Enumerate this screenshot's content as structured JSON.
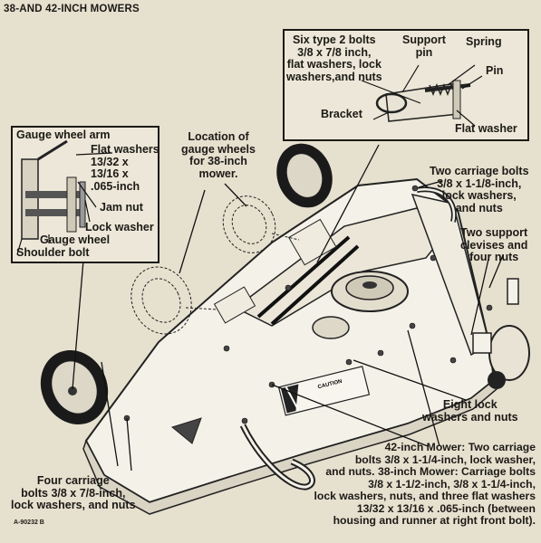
{
  "header": "38-AND 42-INCH MOWERS",
  "figure_id": "A-90232 B",
  "inset_gauge": {
    "gauge_wheel_arm": "Gauge wheel arm",
    "flat_washers": "Flat washers\n13/32 x\n13/16 x\n.065-inch",
    "jam_nut": "Jam nut",
    "lock_washer": "Lock washer",
    "gauge_wheel": "Gauge wheel",
    "shoulder_bolt": "Shoulder bolt"
  },
  "inset_bracket": {
    "six_bolts": "Six type 2 bolts\n3/8 x 7/8 inch,\nflat washers, lock\nwashers,and nuts",
    "support_pin": "Support\npin",
    "spring": "Spring",
    "pin": "Pin",
    "bracket": "Bracket",
    "flat_washer": "Flat washer"
  },
  "callouts": {
    "location_gauge": "Location of\ngauge wheels\nfor 38-inch\nmower.",
    "two_carriage": "Two carriage bolts\n3/8 x 1-1/8-inch,\nlock washers,\nand nuts",
    "support_clevises": "Two support\nclevises and\nfour nuts",
    "eight_lock": "Eight lock\nwashers and nuts",
    "four_carriage": "Four carriage\nbolts 3/8 x 7/8-inch,\nlock washers, and nuts",
    "mower_42": "42-inch Mower: Two carriage\nbolts 3/8 x 1-1/4-inch, lock washer,\nand nuts. 38-inch Mower: Carriage bolts\n3/8 x 1-1/2-inch, 3/8 x 1-1/4-inch,\nlock washers, nuts, and three flat washers\n13/32 x 13/16 x .065-inch (between\nhousing and runner at right front bolt)."
  },
  "deck_labels": {
    "caution": "CAUTION"
  }
}
